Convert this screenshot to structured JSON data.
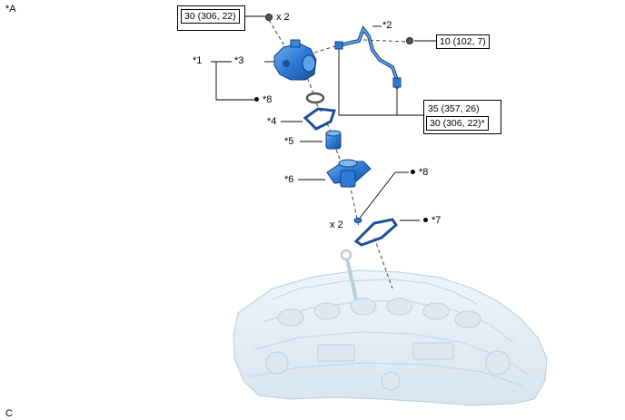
{
  "view_label": "*A",
  "corner_code": "C",
  "callouts": {
    "c1": "*1",
    "c2": "*2",
    "c3": "*3",
    "c4": "*4",
    "c5": "*5",
    "c6": "*6",
    "c7": "*7",
    "c8a": "*8",
    "c8b": "*8"
  },
  "torque": {
    "bolt_top": "30 (306, 22)",
    "bolt_top_qty": "x 2",
    "union_bolt": "10 (102, 7)",
    "pipe_nut_line1": "35 (357, 26)",
    "pipe_nut_line2": "30 (306, 22)*"
  },
  "qty_lower": "x 2",
  "colors": {
    "part_blue": "#2f7ad6",
    "part_dark": "#1b4f99",
    "engine_fill": "#e3edf5",
    "engine_line": "#b9cedf"
  }
}
